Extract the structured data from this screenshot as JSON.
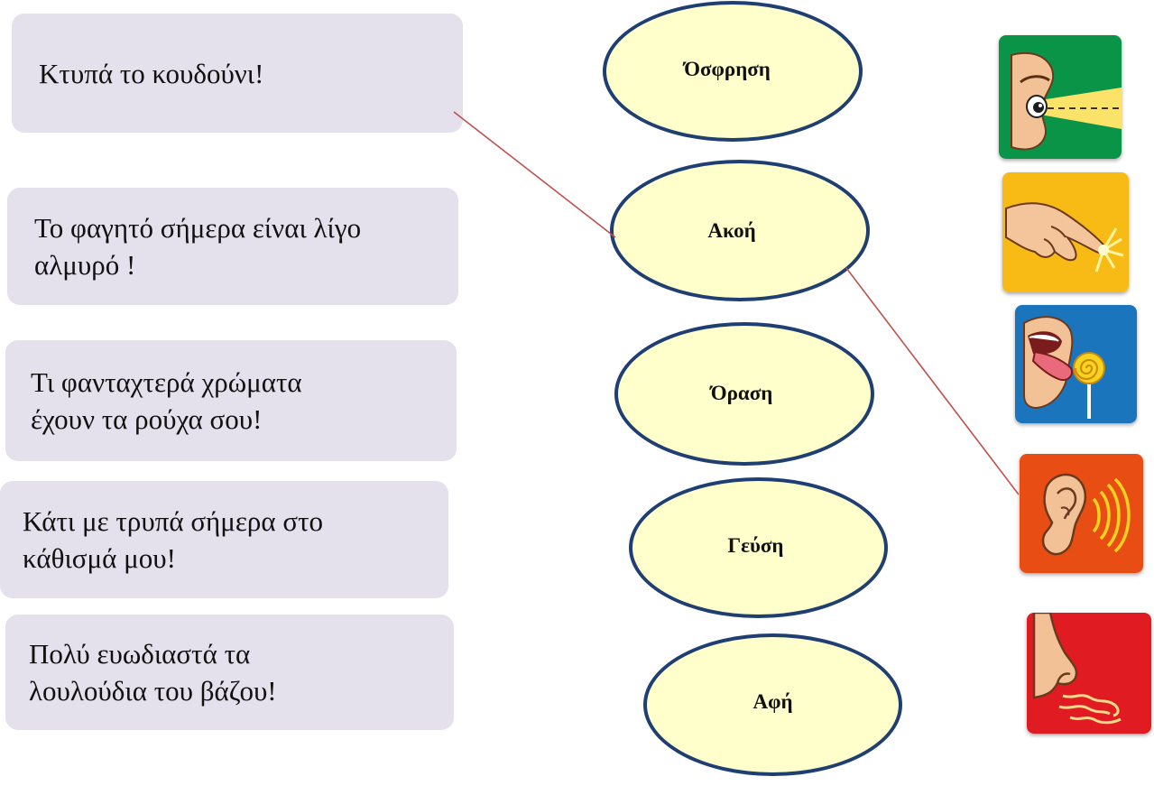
{
  "sentences": [
    {
      "lines": [
        "Κτυπά το κουδούνι!"
      ]
    },
    {
      "lines": [
        "Το φαγητό σήμερα είναι λίγο",
        "αλμυρό !"
      ]
    },
    {
      "lines": [
        "Τι φανταχτερά χρώματα",
        "έχουν τα ρούχα σου!"
      ]
    },
    {
      "lines": [
        "Κάτι με τρυπά σήμερα  στο",
        "κάθισμά μου!"
      ]
    },
    {
      "lines": [
        "Πολύ ευωδιαστά τα",
        "λουλούδια του βάζου!"
      ]
    }
  ],
  "senses": [
    {
      "label": "Όσφρηση"
    },
    {
      "label": "Ακοή"
    },
    {
      "label": "Όραση"
    },
    {
      "label": "Γεύση"
    },
    {
      "label": "Αφή"
    }
  ],
  "icons": [
    {
      "name": "eye-icon",
      "tile_color": "#0a9447"
    },
    {
      "name": "finger-touch-icon",
      "tile_color": "#f8bb15"
    },
    {
      "name": "tongue-lollipop-icon",
      "tile_color": "#1b75bc"
    },
    {
      "name": "ear-sound-icon",
      "tile_color": "#e84e14"
    },
    {
      "name": "nose-smell-icon",
      "tile_color": "#e01b22"
    }
  ],
  "connections": [
    {
      "from": "sentence-1",
      "to": "sense-Ακοή"
    },
    {
      "from": "sense-Ακοή",
      "to": "ear-sound-icon"
    }
  ],
  "colors": {
    "card_bg": "#e4e0ec",
    "ellipse_fill": "#ffffcc",
    "ellipse_border": "#1f3f73",
    "connector": "#c0504d"
  }
}
